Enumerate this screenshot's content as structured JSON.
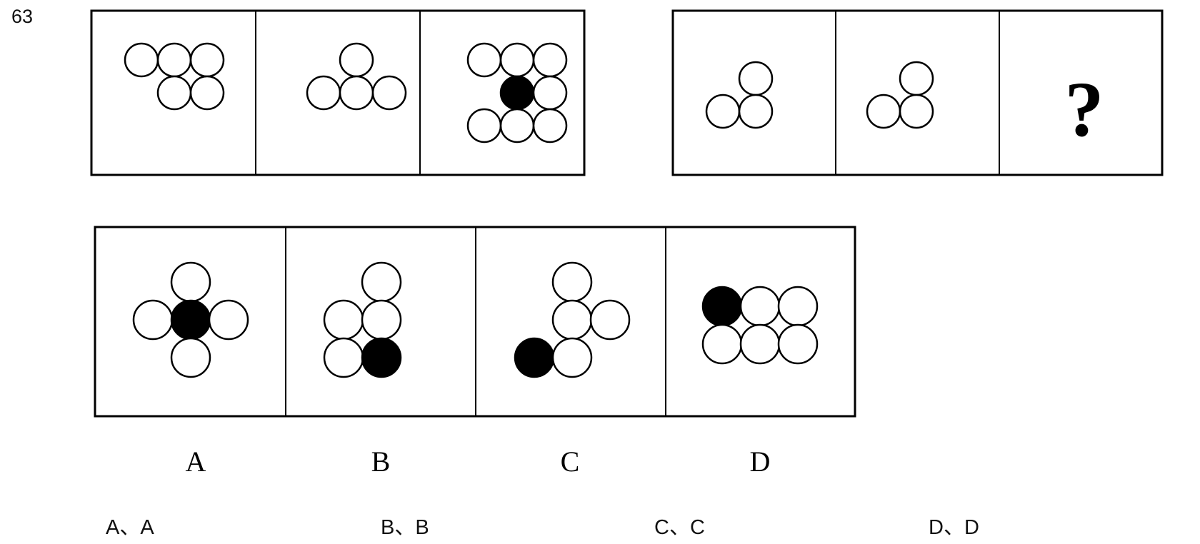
{
  "question_number": "63",
  "missing_mark": "?",
  "figures": {
    "left_group": [
      {
        "circles": [
          [
            0,
            0,
            0
          ],
          [
            1,
            0,
            0
          ],
          [
            2,
            0,
            0
          ],
          [
            1,
            1,
            0
          ],
          [
            2,
            1,
            0
          ]
        ]
      },
      {
        "circles": [
          [
            1,
            0,
            0
          ],
          [
            0,
            1,
            0
          ],
          [
            1,
            1,
            0
          ],
          [
            2,
            1,
            0
          ]
        ]
      },
      {
        "circles": [
          [
            0,
            0,
            0
          ],
          [
            1,
            0,
            0
          ],
          [
            2,
            0,
            0
          ],
          [
            1,
            1,
            1
          ],
          [
            2,
            1,
            0
          ],
          [
            0,
            2,
            0
          ],
          [
            1,
            2,
            0
          ],
          [
            2,
            2,
            0
          ]
        ]
      }
    ],
    "right_group": [
      {
        "circles": [
          [
            1,
            0,
            0
          ],
          [
            0,
            1,
            0
          ],
          [
            1,
            1,
            0
          ]
        ]
      },
      {
        "circles": [
          [
            1,
            0,
            0
          ],
          [
            0,
            1,
            0
          ],
          [
            1,
            1,
            0
          ]
        ]
      }
    ],
    "options": [
      {
        "circles": [
          [
            1,
            0,
            0
          ],
          [
            0,
            1,
            0
          ],
          [
            1,
            1,
            1
          ],
          [
            2,
            1,
            0
          ],
          [
            1,
            2,
            0
          ]
        ]
      },
      {
        "circles": [
          [
            1,
            0,
            0
          ],
          [
            0,
            1,
            0
          ],
          [
            1,
            1,
            0
          ],
          [
            0,
            2,
            0
          ],
          [
            1,
            2,
            1
          ]
        ]
      },
      {
        "circles": [
          [
            1,
            0,
            0
          ],
          [
            1,
            1,
            0
          ],
          [
            2,
            1,
            0
          ],
          [
            0,
            2,
            1
          ],
          [
            1,
            2,
            0
          ]
        ]
      },
      {
        "circles": [
          [
            0,
            0,
            1
          ],
          [
            1,
            0,
            0
          ],
          [
            2,
            0,
            0
          ],
          [
            0,
            1,
            0
          ],
          [
            1,
            1,
            0
          ],
          [
            2,
            1,
            0
          ]
        ]
      }
    ]
  },
  "option_letters": [
    "A",
    "B",
    "C",
    "D"
  ],
  "choices": [
    "A、A",
    "B、B",
    "C、C",
    "D、D"
  ],
  "colors": {
    "line": "#000000",
    "filled": "#000000",
    "empty": "#ffffff"
  }
}
